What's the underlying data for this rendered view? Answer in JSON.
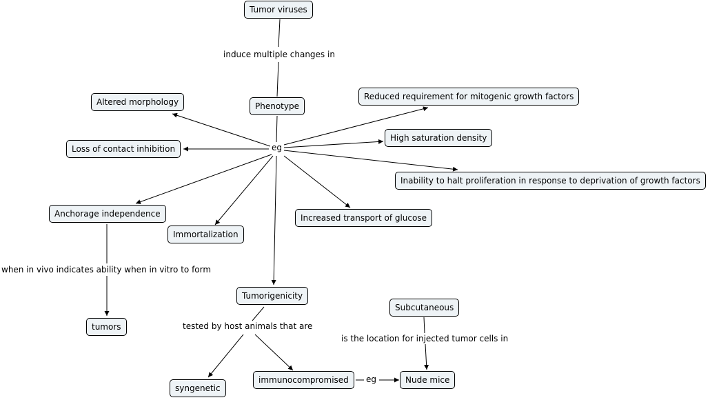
{
  "concept_map": {
    "nodes": {
      "tumor_viruses": "Tumor viruses",
      "phenotype": "Phenotype",
      "altered_morphology": "Altered morphology",
      "loss_contact": "Loss of contact inhibition",
      "anchorage": "Anchorage independence",
      "immortalization": "Immortalization",
      "tumorigenicity": "Tumorigenicity",
      "glucose": "Increased transport of glucose",
      "reduced_req": "Reduced requirement for mitogenic growth factors",
      "high_saturation": "High saturation density",
      "inability": "Inability to halt proliferation in response to deprivation of growth factors",
      "tumors": "tumors",
      "syngenetic": "syngenetic",
      "immunocompromised": "immunocompromised",
      "nude_mice": "Nude mice",
      "subcutaneous": "Subcutaneous"
    },
    "links": {
      "induce": "induce multiple changes in",
      "eg_phenotype": "eg",
      "in_vivo": "when in vivo indicates ability when in vitro to form",
      "tested_by": "tested by host animals that are",
      "location": "is the location for injected tumor cells in",
      "eg_immuno": "eg"
    },
    "colors": {
      "node_fill": "#eef3f6",
      "line": "#000000"
    }
  }
}
